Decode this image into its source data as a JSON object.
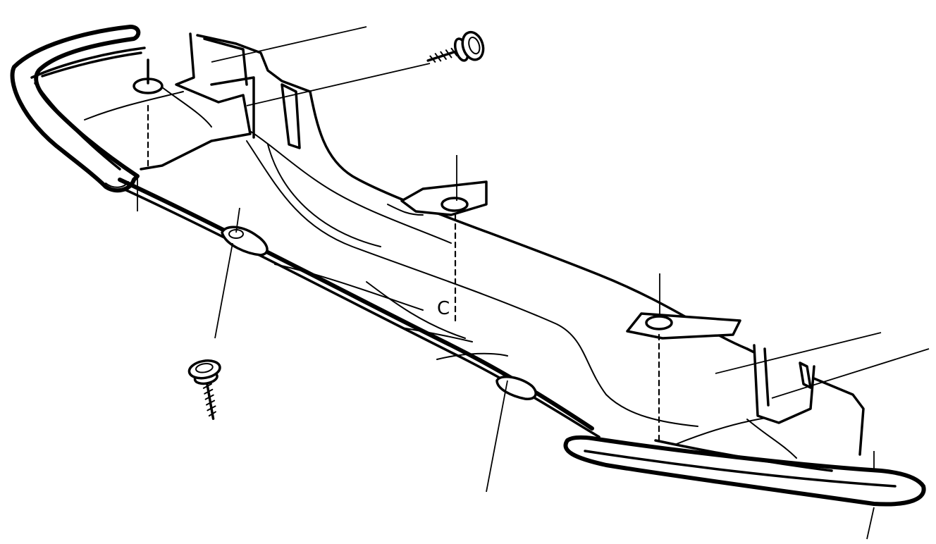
{
  "diagram": {
    "colors": {
      "ink": "#000000",
      "paper": "#ffffff"
    },
    "hardware": [
      {
        "id": "screw-top",
        "icon": "flanged-screw-icon"
      },
      {
        "id": "screw-bottom",
        "icon": "flanged-screw-icon"
      }
    ],
    "callouts": {
      "center_mark": "C"
    }
  }
}
